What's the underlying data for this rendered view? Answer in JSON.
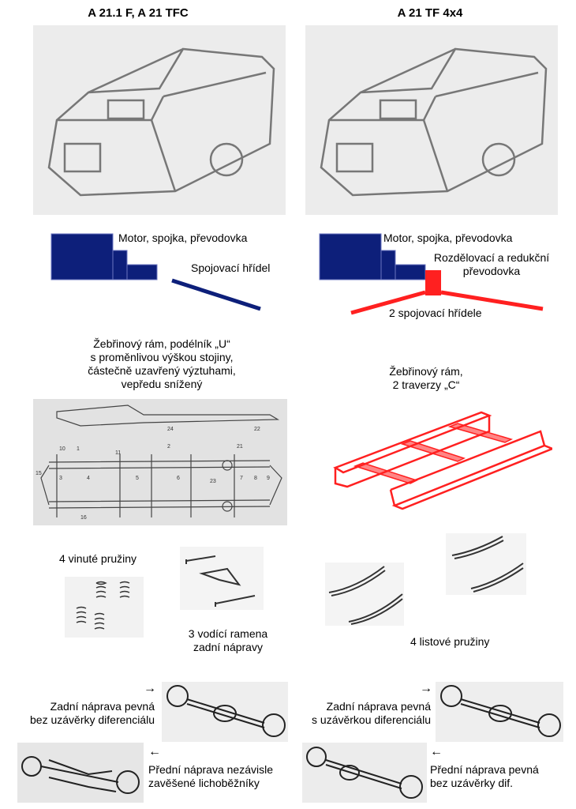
{
  "left": {
    "title": "A 21.1 F, A 21 TFC",
    "motor_label": "Motor, spojka, převodovka",
    "shaft_label": "Spojovací hřídel",
    "frame_description": "Žebřinový rám, podélník „U“\ns proměnlivou výškou stojiny,\nčástečně uzavřený výztuhami,\nvepředu snížený",
    "springs_label": "4 vinuté pružiny",
    "arms_label": "3 vodící ramena\nzadní nápravy",
    "rear_axle_label": "Zadní náprava pevná\nbez uzávěrky diferenciálu",
    "front_axle_label": "Přední náprava nezávisle\nzavěšené lichoběžníky",
    "drawing_numbers": [
      "24",
      "22",
      "10",
      "1",
      "11",
      "2",
      "21",
      "3",
      "4",
      "5",
      "6",
      "23",
      "7",
      "8",
      "9",
      "15",
      "16"
    ]
  },
  "right": {
    "title": "A 21 TF 4x4",
    "motor_label": "Motor, spojka, převodovka",
    "transfer_label": "Rozdělovací a redukční\npřevodovka",
    "shafts_label": "2 spojovací hřídele",
    "frame_description": "Žebřinový rám,\n2 traverzy „C“",
    "springs_label": "4 listové pružiny",
    "rear_axle_label": "Zadní náprava pevná\ns uzávěrkou diferenciálu",
    "front_axle_label": "Přední náprava pevná\nbez uzávěrky dif."
  },
  "arrows": {
    "right": "→",
    "left": "←"
  },
  "colors": {
    "drivetrain_blue": "#0d1f7a",
    "transfer_red": "#ff2020"
  }
}
